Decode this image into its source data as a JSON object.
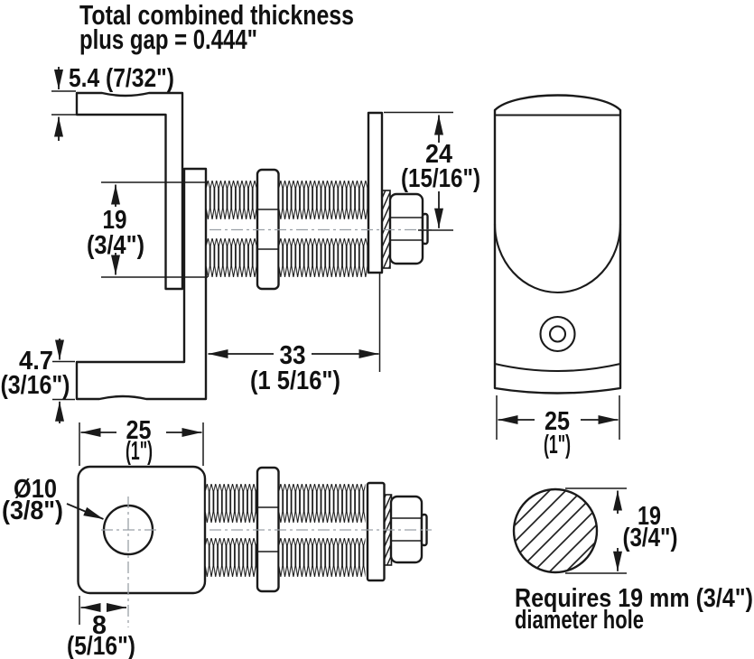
{
  "colors": {
    "line": "#1a1a1a",
    "centerline": "#9aa0a6",
    "text": "#111111",
    "background": "#ffffff"
  },
  "annotations": {
    "title_line1": "Total combined thickness",
    "title_line2": "plus gap = 0.444\"",
    "note_line1": "Requires 19 mm (3/4\")",
    "note_line2": "diameter hole"
  },
  "side_view": {
    "top_arm_thickness": {
      "label": "5.4 (7/32\")"
    },
    "bolt_diameter": {
      "mm": "19",
      "inch": "(3/4\")"
    },
    "plate_top_to_axis": {
      "mm": "24",
      "inch": "(15/16\")"
    },
    "thread_length": {
      "mm": "33",
      "inch": "(1 5/16\")"
    },
    "bottom_arm_thickness": {
      "mm": "4.7",
      "inch": "(3/16\")"
    }
  },
  "front_view": {
    "width": {
      "mm": "25",
      "inch": "(1\")"
    }
  },
  "bottom_view": {
    "plate_width": {
      "mm": "25",
      "inch": "(1\")"
    },
    "hole_diameter": {
      "mm": "Ø10",
      "inch": "(3/8\")"
    },
    "hole_offset": {
      "mm": "8",
      "inch": "(5/16\")"
    }
  },
  "hole_requirement": {
    "diameter": {
      "mm": "19",
      "inch": "(3/4\")"
    }
  }
}
